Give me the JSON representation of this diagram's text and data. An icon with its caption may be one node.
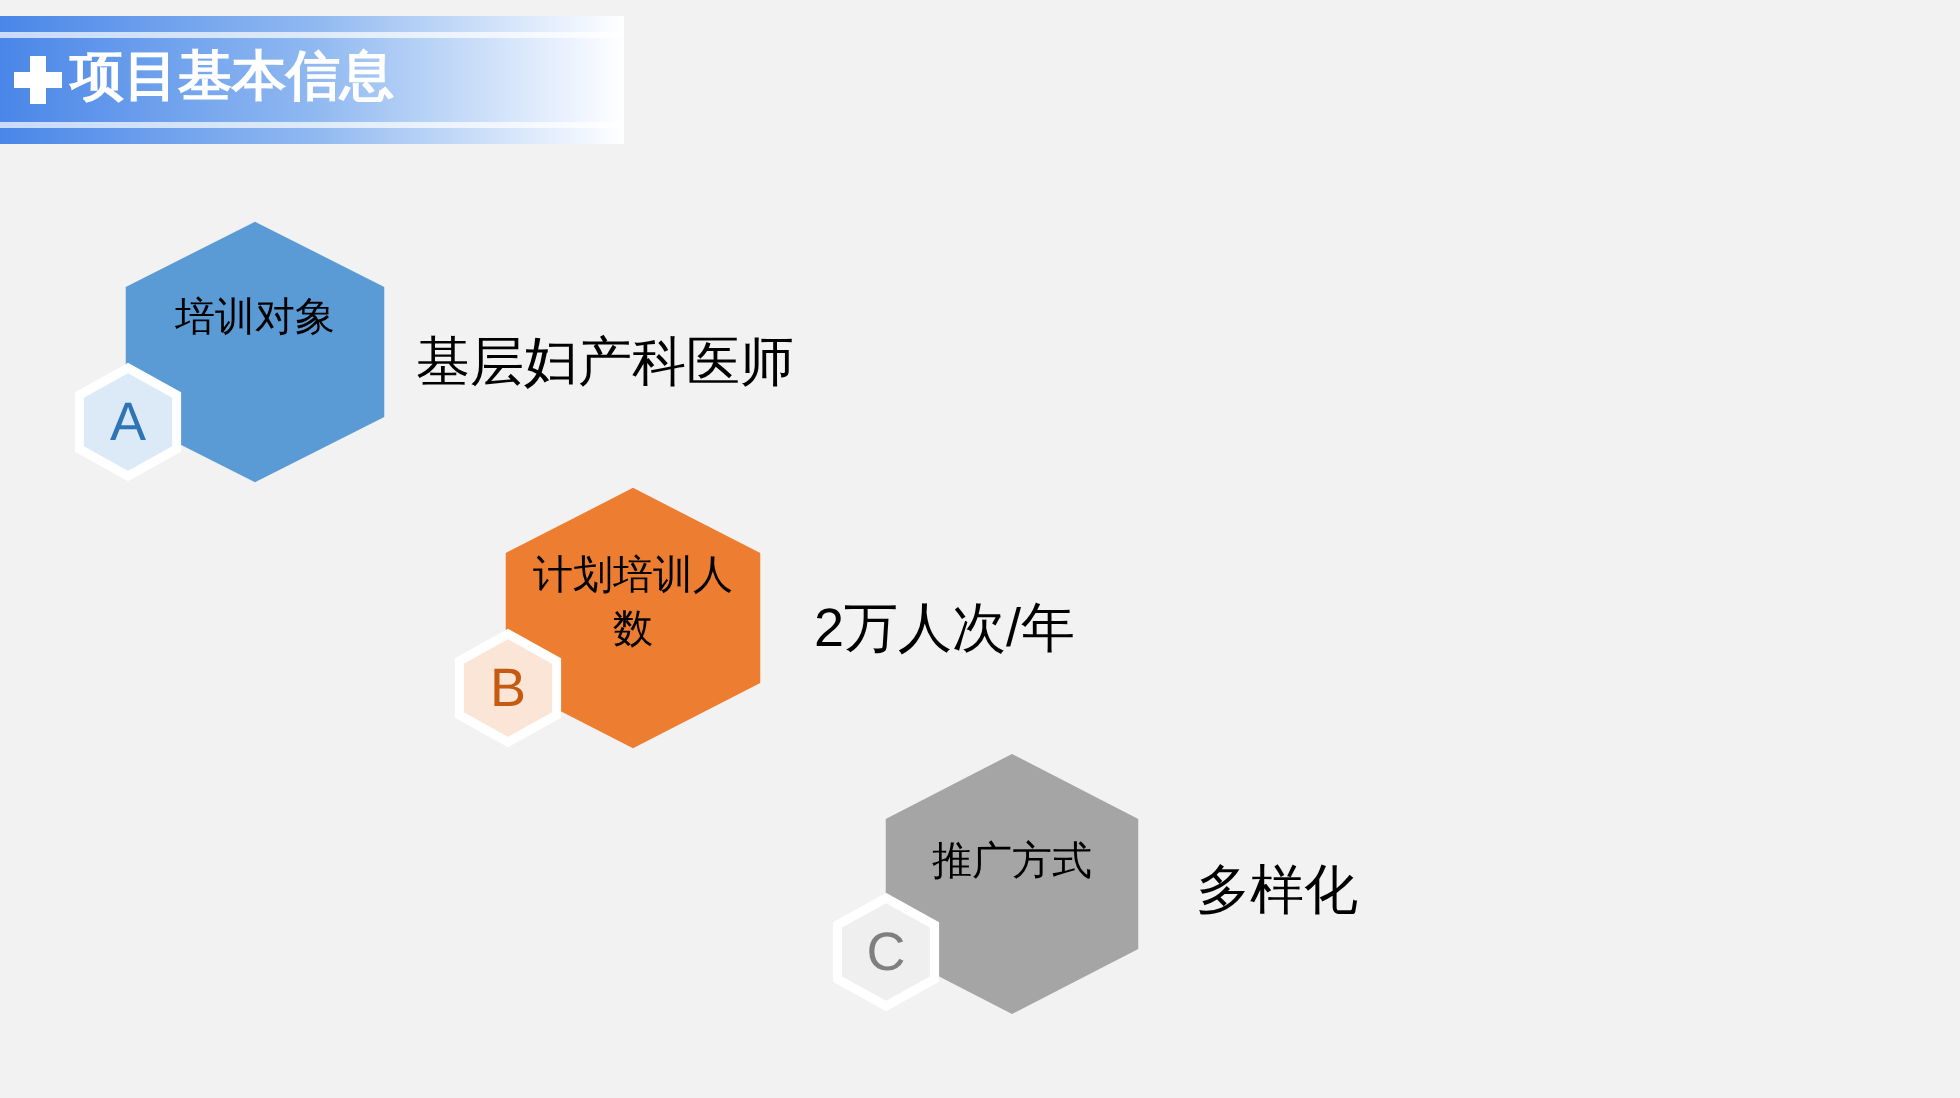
{
  "diagram": {
    "title": "项目基本信息",
    "nodes": [
      {
        "text": [
          "培训对象"
        ],
        "beside": [
          "基层妇产科医师"
        ]
      },
      {
        "text": [
          "A"
        ]
      },
      {
        "text": [
          "计划培训人数"
        ],
        "beside": [
          "2万人次/年"
        ]
      },
      {
        "text": [
          "B"
        ]
      },
      {
        "text": [
          "推广方式"
        ],
        "beside": [
          "多样化"
        ]
      },
      {
        "text": [
          "C"
        ]
      }
    ]
  }
}
